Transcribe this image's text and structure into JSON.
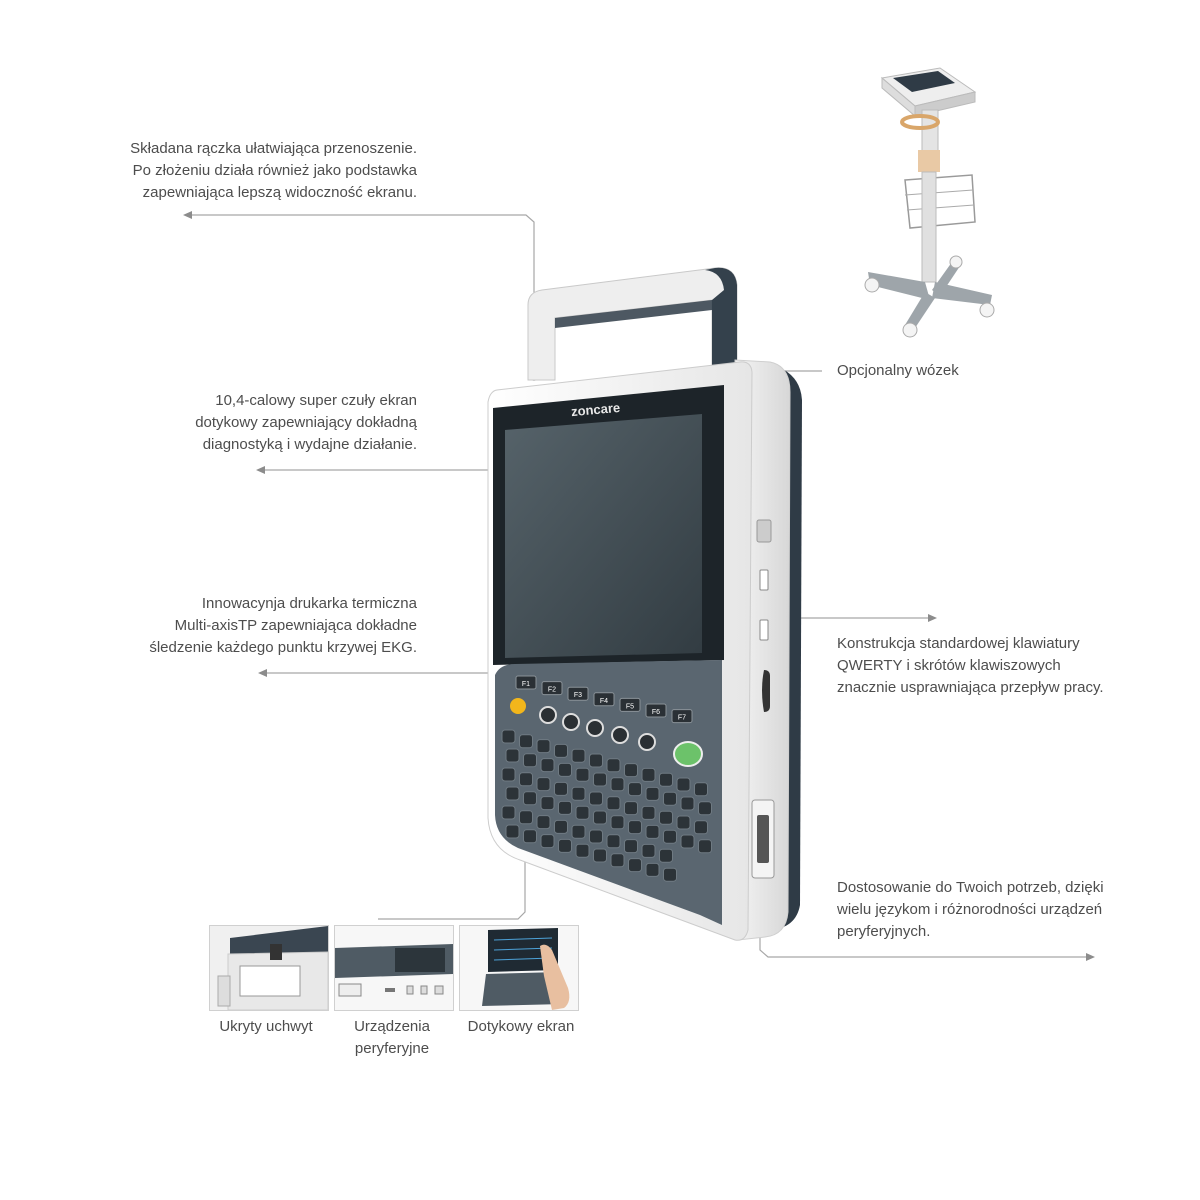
{
  "device": {
    "brand": "zoncare",
    "fkeys": [
      "F1",
      "F2",
      "F3",
      "F4",
      "F5",
      "F6",
      "F7"
    ]
  },
  "callouts": {
    "handle": [
      "Składana rączka ułatwiająca przenoszenie.",
      "Po złożeniu działa również jako podstawka",
      "zapewniająca lepszą widoczność ekranu."
    ],
    "screen": [
      "10,4-calowy super czuły ekran",
      "dotykowy zapewniający dokładną",
      "diagnostyką  i wydajne działanie."
    ],
    "printer": [
      "Innowacynja drukarka termiczna",
      "Multi-axisTP zapewniająca dokładne",
      "śledzenie każdego punktu krzywej EKG."
    ],
    "cart": [
      "Opcjonalny wózek"
    ],
    "keyboard": [
      "Konstrukcja standardowej klawiatury",
      "QWERTY i skrótów klawiszowych",
      "znacznie usprawniająca przepływ pracy."
    ],
    "custom": [
      "Dostosowanie do Twoich potrzeb, dzięki",
      "wielu językom i różnorodności urządzeń",
      "peryferyjnych."
    ]
  },
  "thumbnails": [
    {
      "caption": [
        "Ukryty uchwyt"
      ]
    },
    {
      "caption": [
        "Urządzenia",
        "peryferyjne"
      ]
    },
    {
      "caption": [
        "Dotykowy ekran"
      ]
    }
  ],
  "colors": {
    "text": "#4d4d4d",
    "leader": "#9a9a9a",
    "device_body": "#f2f2f2",
    "device_back": "#2f3b46",
    "screen": "#3e4a50",
    "keypad": "#5a6670",
    "power_button": "#6cc26a",
    "alert_button": "#f2b61b"
  }
}
